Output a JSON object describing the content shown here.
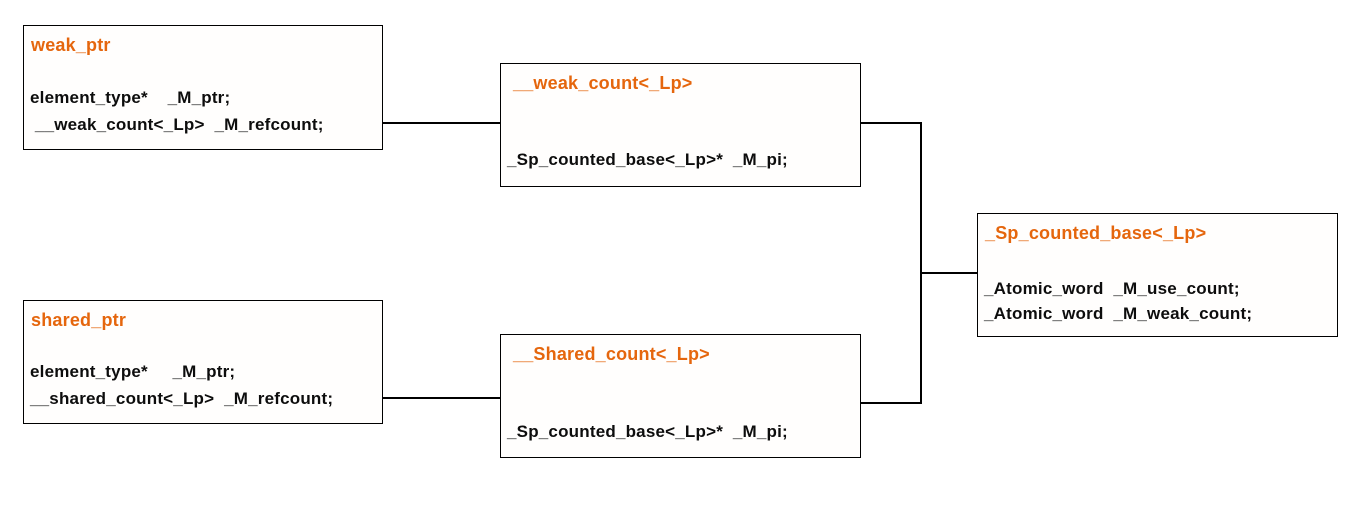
{
  "diagram": {
    "accent_color": "#e5660d",
    "border_color": "#000000",
    "background_color": "#ffffff",
    "boxes": [
      {
        "id": "weak-ptr",
        "title": "weak_ptr",
        "members": [
          "element_type*    _M_ptr;",
          " __weak_count<_Lp>  _M_refcount;"
        ]
      },
      {
        "id": "weak-count",
        "title": "__weak_count<_Lp>",
        "members": [
          "_Sp_counted_base<_Lp>*  _M_pi;"
        ]
      },
      {
        "id": "sp-counted-base",
        "title": "_Sp_counted_base<_Lp>",
        "members": [
          "_Atomic_word  _M_use_count;",
          "_Atomic_word  _M_weak_count;"
        ]
      },
      {
        "id": "shared-ptr",
        "title": "shared_ptr",
        "members": [
          "element_type*     _M_ptr;",
          "__shared_count<_Lp>  _M_refcount;"
        ]
      },
      {
        "id": "shared-count",
        "title": "__Shared_count<_Lp>",
        "members": [
          "_Sp_counted_base<_Lp>*  _M_pi;"
        ]
      }
    ],
    "connections": [
      "weak_ptr - __weak_count<_Lp>",
      "shared_ptr - __Shared_count<_Lp>",
      "__weak_count<_Lp> - _Sp_counted_base<_Lp>",
      "__Shared_count<_Lp> - _Sp_counted_base<_Lp>"
    ]
  }
}
